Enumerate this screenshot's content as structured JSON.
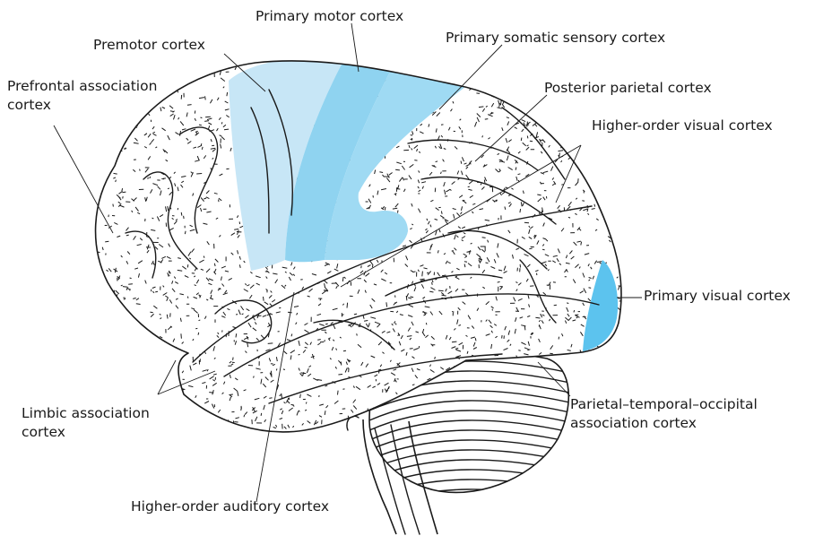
{
  "labels": {
    "primary_motor": "Primary motor cortex",
    "premotor": "Premotor cortex",
    "primary_somatic_sensory": "Primary somatic sensory cortex",
    "prefrontal_line1": "Prefrontal association",
    "prefrontal_line2": "cortex",
    "posterior_parietal": "Posterior parietal cortex",
    "higher_visual": "Higher-order visual cortex",
    "primary_visual": "Primary visual cortex",
    "limbic_line1": "Limbic association",
    "limbic_line2": "cortex",
    "pto_line1": "Parietal–temporal–occipital",
    "pto_line2": "association cortex",
    "higher_auditory": "Higher-order auditory cortex"
  },
  "colors": {
    "premotor_fill": "#c7e6f6",
    "motor_fill": "#8fd3f0",
    "sensory_fill": "#9fdaf3",
    "visual_fill": "#5cc3ee",
    "outline": "#1a1a1a",
    "texture": "#1a1a1a"
  }
}
